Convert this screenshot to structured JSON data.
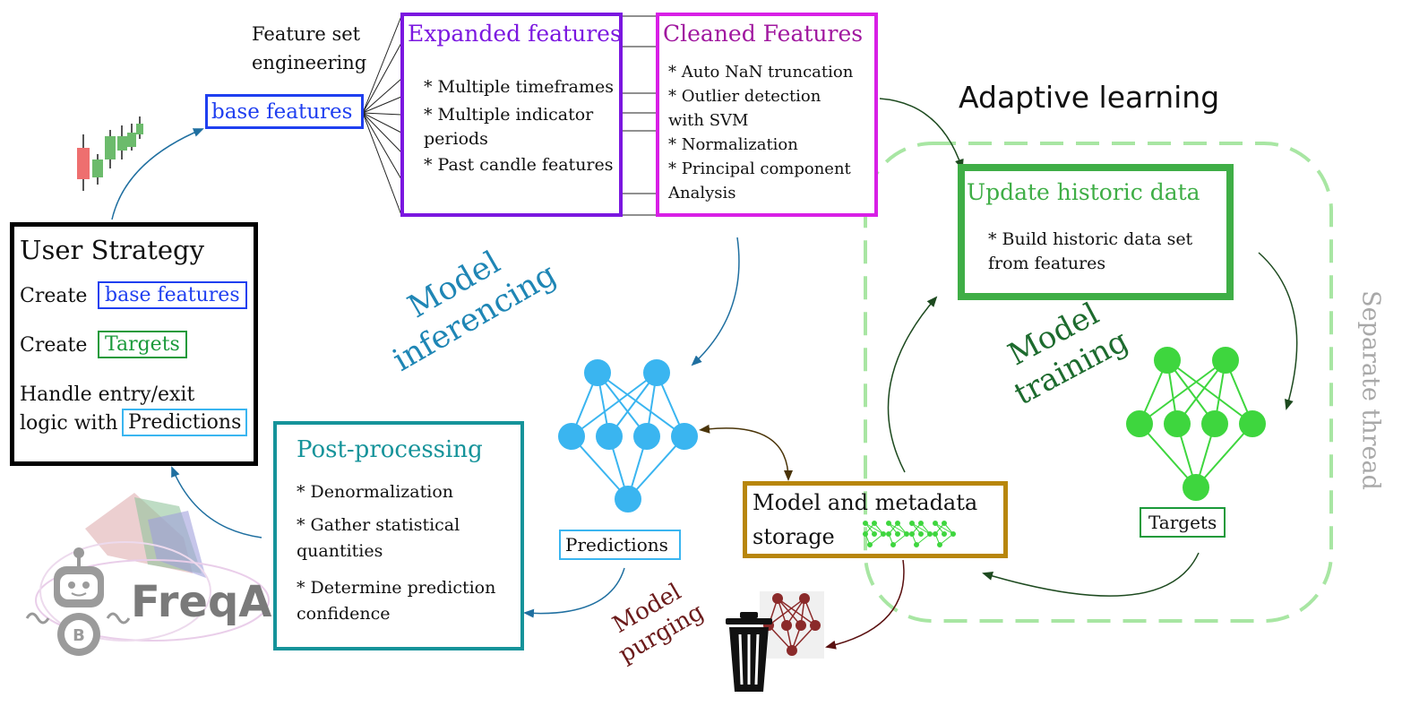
{
  "user_strategy": {
    "title": "User Strategy",
    "create1_prefix": "Create",
    "create1_tag": "base features",
    "create2_prefix": "Create",
    "create2_tag": "Targets",
    "handle_line1": "Handle entry/exit",
    "handle_line2_prefix": "logic with",
    "handle_tag": "Predictions"
  },
  "feature_engineering": {
    "label_line1": "Feature set",
    "label_line2": "engineering",
    "base_features": "base features"
  },
  "expanded_features": {
    "title": "Expanded features",
    "items": [
      "* Multiple timeframes",
      "* Multiple indicator",
      "periods",
      "* Past candle features"
    ]
  },
  "cleaned_features": {
    "title": "Cleaned Features",
    "items": [
      "* Auto NaN truncation",
      "* Outlier detection",
      "with SVM",
      "* Normalization",
      "* Principal component",
      "Analysis"
    ]
  },
  "adaptive_learning": {
    "title": "Adaptive learning",
    "separate_thread": "Separate thread"
  },
  "update_historic": {
    "title": "Update historic data",
    "items": [
      "* Build historic data set",
      "from features"
    ]
  },
  "model_training": {
    "line1": "Model",
    "line2": "training"
  },
  "model_inferencing": {
    "line1": "Model",
    "line2": "inferencing"
  },
  "model_purging": {
    "line1": "Model",
    "line2": "purging"
  },
  "post_processing": {
    "title": "Post-processing",
    "items": [
      "* Denormalization",
      "* Gather statistical",
      "quantities",
      "* Determine prediction",
      "confidence"
    ]
  },
  "predictions_label": "Predictions",
  "targets_label": "Targets",
  "storage": {
    "line1": "Model and metadata",
    "line2": "storage"
  },
  "logo": {
    "text": "FreqAI"
  },
  "colors": {
    "base_blue": "#1f3ff0",
    "expanded_purple": "#7b17e0",
    "cleaned_magenta": "#d81fe6",
    "teal": "#15939a",
    "green": "#3fae46",
    "green_dark": "#1d6b2e",
    "light_blue": "#3ab5f0",
    "light_green": "#3ed63e",
    "gold": "#b8860b",
    "maroon": "#7a1f1f",
    "dashed_green": "#a8e6a3"
  }
}
